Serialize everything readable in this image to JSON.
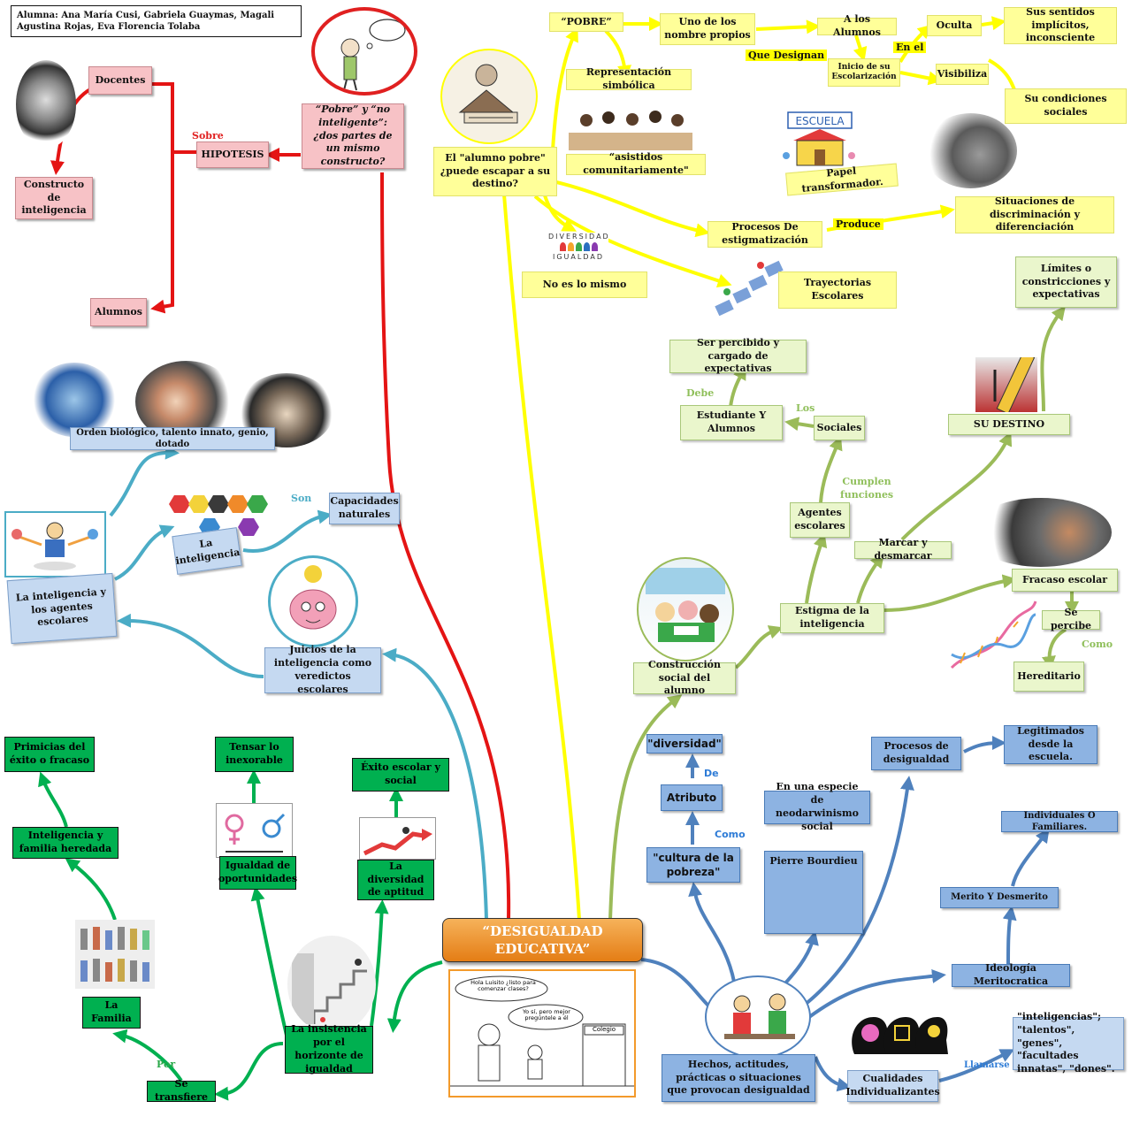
{
  "authors": "Alumna: Ana María Cusi, Gabriela Guaymas, Magali Agustina Rojas, Eva Florencia Tolaba",
  "central": {
    "title": "“DESIGUALDAD EDUCATIVA”",
    "cartoon": {
      "bubble1": "Hola Luisito ¿listo para comenzar clases?",
      "bubble2": "Yo sí, pero mejor pregúntele a él",
      "sign": "Colegio"
    }
  },
  "red": {
    "docentes": "Docentes",
    "sobre": "Sobre",
    "hipotesis": "HIPOTESIS",
    "pobre_question": "“Pobre” y “no inteligente”: ¿dos partes de un mismo constructo?",
    "constructo": "Constructo de inteligencia",
    "alumnos": "Alumnos"
  },
  "yellow": {
    "alumno_pobre": "El \"alumno pobre\" ¿puede escapar a su destino?",
    "pobre": "“POBRE”",
    "nombre_propios": "Uno de los nombre propios",
    "a_los_alumnos": "A los Alumnos",
    "que_designan": "Que Designan",
    "oculta": "Oculta",
    "sentidos": "Sus sentidos implícitos, inconsciente",
    "en_el": "En el",
    "inicio": "Inicio de su Escolarización",
    "visibiliza": "Visibiliza",
    "condiciones": "Su condiciones sociales",
    "representacion": "Representación simbólica",
    "asistidos": "“asistidos comunitariamente\"",
    "escuela_word": "ESCUELA",
    "papel": "Papel transformador.",
    "situaciones": "Situaciones de discriminación y diferenciación",
    "procesos": "Procesos De estigmatización",
    "produce": "Produce",
    "no_es_lo_mismo": "No es lo mismo",
    "diversidad_top": "DIVERSIDAD",
    "diversidad_bottom": "IGUALDAD",
    "trayectorias": "Trayectorias Escolares"
  },
  "lgreen": {
    "construccion": "Construcción social del alumno",
    "estigma": "Estigma de la inteligencia",
    "agentes": "Agentes escolares",
    "cumplen": "Cumplen funciones",
    "sociales": "Sociales",
    "los": "Los",
    "estudiante": "Estudiante Y Alumnos",
    "debe": "Debe",
    "percibido": "Ser percibido y cargado de expectativas",
    "marcar": "Marcar y desmarcar",
    "su_destino": "SU DESTINO",
    "limites": "Límites o constricciones y expectativas",
    "fracaso": "Fracaso escolar",
    "se_percibe": "Se percibe",
    "como": "Como",
    "hereditario": "Hereditario"
  },
  "lblue": {
    "orden": "Orden biológico, talento innato, genio, dotado",
    "inteligencia": "La inteligencia",
    "son": "Son",
    "capacidades": "Capacidades naturales",
    "agentes": "La inteligencia y los agentes escolares",
    "juicios": "Juicios de la inteligencia como veredictos escolares"
  },
  "green": {
    "primicias": "Primicias del éxito o fracaso",
    "herencia": "Inteligencia y familia heredada",
    "familia": "La Familia",
    "por": "Por",
    "transfiere": "Se transfiere",
    "tensar": "Tensar lo inexorable",
    "igualdad": "Igualdad de oportunidades",
    "exito": "Éxito escolar y social",
    "diversidad": "La diversidad de aptitud",
    "insistencia": "La insistencia por el horizonte de igualdad"
  },
  "blue": {
    "hechos": "Hechos, actitudes, prácticas o situaciones que provocan desigualdad",
    "diversidad": "\"diversidad\"",
    "de": "De",
    "atributo": "Atributo",
    "como": "Como",
    "cultura": "\"cultura de la pobreza\"",
    "neodarwinismo": "En una especie de neodarwinismo social",
    "bourdieu": "Pierre Bourdieu",
    "procesos": "Procesos de desigualdad",
    "legitimados": "Legitimados desde la escuela.",
    "individuales": "Individuales O Familiares.",
    "merito": "Merito Y Desmerito",
    "ideologia": "Ideología Meritocratica",
    "cualidades": "Cualidades Individualizantes",
    "llamarse": "Llamarse",
    "inteligencias": "\"inteligencias\"; \"talentos\", \"genes\", \"facultades innatas\", \"dones\"."
  },
  "colors": {
    "red": "#e41414",
    "yellow": "#ffff00",
    "teal": "#4bacc6",
    "lightgreen": "#9bbb59",
    "green": "#00b050",
    "blue": "#4f81bd",
    "central": "#f39a2b"
  }
}
